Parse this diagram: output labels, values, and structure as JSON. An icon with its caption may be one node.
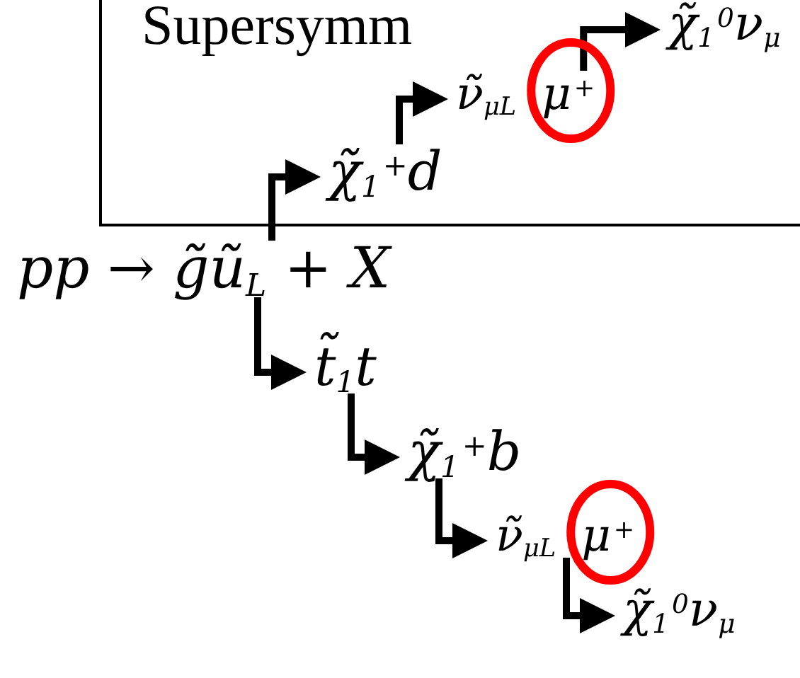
{
  "diagram": {
    "title": "Supersymm",
    "nodes": [
      {
        "text": [],
        "shape": "box"
      },
      {
        "text": [
          "pp → g̃ũ$_{L}$ + X"
        ]
      },
      {
        "text": [
          "χ̃$_{1}$$^{+}$d"
        ],
        "in": 0
      },
      {
        "text": [
          "ν̃$_{μL}$μ$^{+}$"
        ],
        "in": 0
      },
      {
        "text": [
          "χ̃$_{1}$$^{0}$ν$_{μ}$"
        ],
        "in": 0
      },
      {
        "text": [
          "t̃$_{1}$t"
        ]
      },
      {
        "text": [
          "χ̃$_{1}$$^{+}$b"
        ]
      },
      {
        "text": [
          "ν̃$_{μL}$μ$^{+}$"
        ]
      },
      {
        "text": [
          "χ̃$_{1}$$^{0}$ν$_{μ}$"
        ]
      }
    ],
    "edges": [
      {
        "from": 1,
        "to": 2,
        "arrow": "to"
      },
      {
        "from": 2,
        "to": 3,
        "arrow": "to"
      },
      {
        "from": 3,
        "to": 4,
        "arrow": "to"
      },
      {
        "from": 1,
        "to": 5,
        "arrow": "to"
      },
      {
        "from": 5,
        "to": 6,
        "arrow": "to"
      },
      {
        "from": 6,
        "to": 7,
        "arrow": "to"
      },
      {
        "from": 7,
        "to": 8,
        "arrow": "to"
      }
    ]
  }
}
